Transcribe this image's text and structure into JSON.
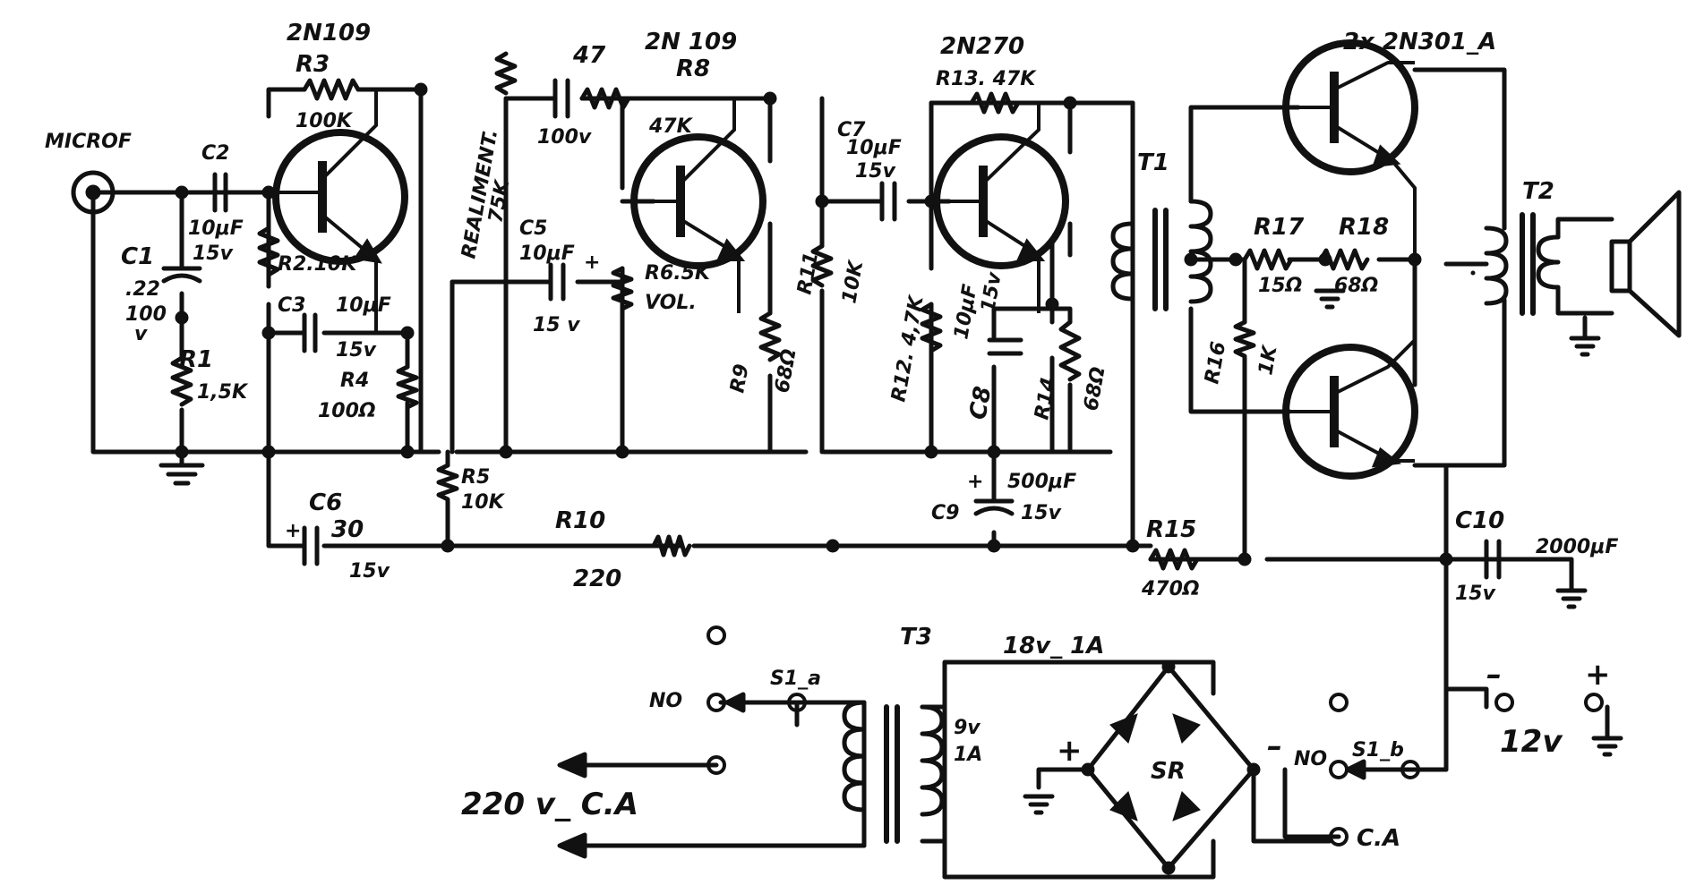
{
  "transistors": {
    "q1": "2N109",
    "q2": "2N 109",
    "q3": "2N270",
    "q4": "2x 2N301_A"
  },
  "input": {
    "microf": "MICROF"
  },
  "c1": {
    "name": "C1",
    "value": ".22",
    "voltage": "100",
    "unit": "v"
  },
  "c2": {
    "name": "C2",
    "value": "10μF",
    "voltage": "15v"
  },
  "c3": {
    "name": "C3",
    "value": "10μF",
    "voltage": "15v"
  },
  "r1": {
    "name": "R1",
    "value": "1,5K"
  },
  "r2": {
    "label": "R2.10K"
  },
  "r3": {
    "name": "R3",
    "value": "100K"
  },
  "r4": {
    "name": "R4",
    "value": "100Ω"
  },
  "r5": {
    "name": "R5",
    "value": "10K"
  },
  "c6": {
    "name": "C6",
    "value": "30",
    "voltage": "15v",
    "polarity": "+"
  },
  "r10": {
    "name": "R10",
    "value": "220"
  },
  "realiment": {
    "label": "REALIMENT.",
    "value": "75K"
  },
  "c47": {
    "value": "47",
    "voltage": "100v"
  },
  "c5": {
    "name": "C5",
    "value": "10μF",
    "voltage": "15 v",
    "polarity": "+"
  },
  "r6": {
    "label": "R6.5K",
    "sub": "VOL."
  },
  "r8": {
    "name": "R8",
    "value": "47K"
  },
  "r9": {
    "name": "R9",
    "value": "68Ω"
  },
  "r11": {
    "name": "R11",
    "value": "10K"
  },
  "c7": {
    "name": "C7",
    "value": "10μF",
    "voltage": "15v"
  },
  "r13": {
    "label": "R13. 47K"
  },
  "r12": {
    "label": "R12. 4,7K"
  },
  "c8": {
    "name": "C8",
    "value": "10μF",
    "voltage": "15v"
  },
  "r14": {
    "name": "R14",
    "value": "68Ω"
  },
  "c9": {
    "name": "C9",
    "value": "500μF",
    "voltage": "15v",
    "polarity": "+"
  },
  "t1": {
    "name": "T1"
  },
  "t2": {
    "name": "T2"
  },
  "r17": {
    "name": "R17",
    "value": "15Ω"
  },
  "r18": {
    "name": "R18",
    "value": "68Ω"
  },
  "r16": {
    "name": "R16",
    "value": "1K"
  },
  "r15": {
    "name": "R15",
    "value": "470Ω"
  },
  "c10": {
    "name": "C10",
    "value": "2000μF",
    "voltage": "15v"
  },
  "t3": {
    "name": "T3",
    "secondary": "18v_ 1A",
    "winding_v": "9v",
    "winding_a": "1A"
  },
  "s1a": {
    "name": "S1_a",
    "no": "NO"
  },
  "s1b": {
    "name": "S1_b",
    "no": "NO"
  },
  "mains": {
    "label": "220 v_ C.A"
  },
  "bridge": {
    "name": "SR",
    "plus": "+",
    "minus": "–"
  },
  "battery": {
    "minus": "–",
    "plus": "+",
    "voltage": "12v"
  },
  "ca": {
    "label": "C.A"
  }
}
